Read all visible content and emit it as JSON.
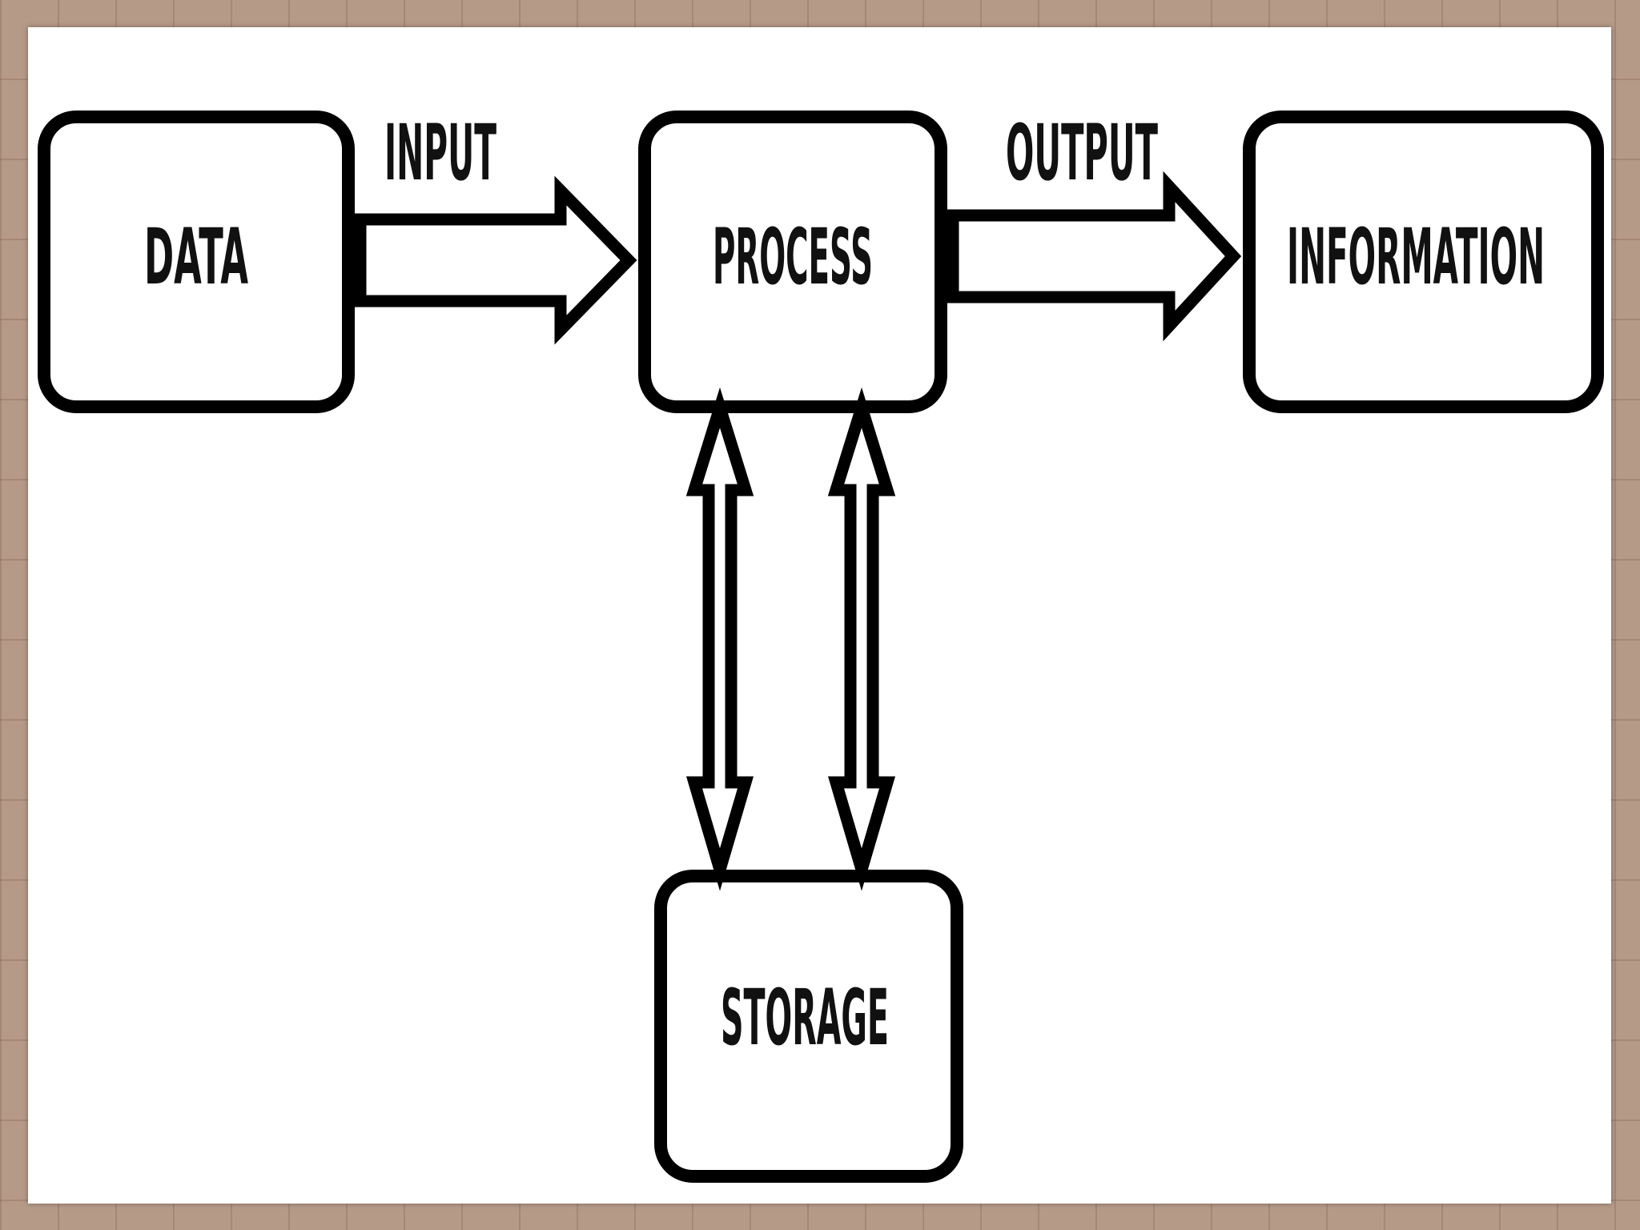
{
  "diagram": {
    "nodes": {
      "data": "DATA",
      "process": "PROCESS",
      "information": "INFORMATION",
      "storage": "STORAGE"
    },
    "edges": {
      "input": "INPUT",
      "output": "OUTPUT"
    },
    "colors": {
      "stroke": "#000000",
      "fill": "#ffffff",
      "background": "#b59a88"
    }
  }
}
